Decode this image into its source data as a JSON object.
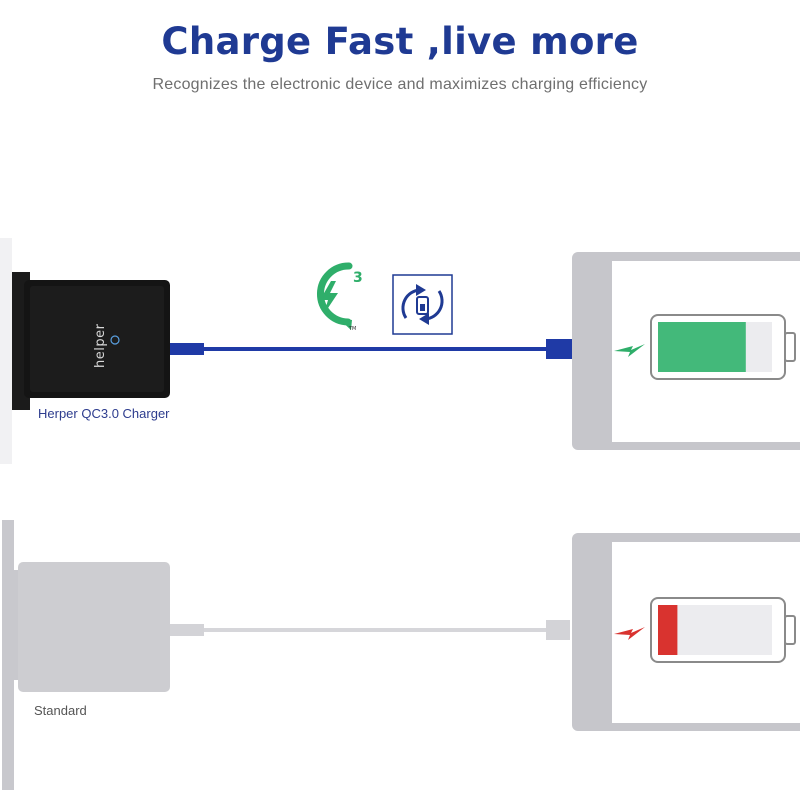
{
  "header": {
    "title": "Charge Fast ,live more",
    "subtitle": "Recognizes the electronic device and maximizes charging efficiency"
  },
  "fast_row": {
    "charger_label": "Herper QC3.0 Charger",
    "brand_logo_text": "helper",
    "qc_badge_sup": "3",
    "qc_badge_tm": "TM",
    "battery_level": 0.77,
    "battery_color": "#43b97a",
    "cable_color": "#1f3aa6",
    "bolt_color": "#2fae6a",
    "icons": [
      "quick-charge-3-icon",
      "adaptive-charging-icon"
    ]
  },
  "standard_row": {
    "charger_label": "Standard",
    "battery_level": 0.17,
    "battery_color": "#d9332f",
    "cable_color": "#cfcfd4",
    "bolt_color": "#d9332f"
  },
  "colors": {
    "title": "#1f3a93",
    "device_gray": "#c6c6cb",
    "charger_black": "#141414"
  }
}
